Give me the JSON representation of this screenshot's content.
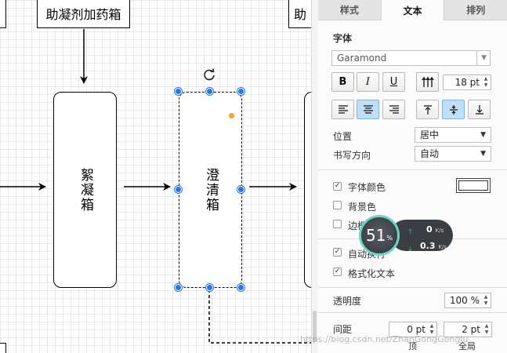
{
  "canvas": {
    "top_box_left": "助凝剂加药箱",
    "top_box_right": "助",
    "box_flocculation": "絮凝箱",
    "box_clarifier": "澄清箱"
  },
  "panel": {
    "tabs": [
      {
        "label": "样式",
        "active": false
      },
      {
        "label": "文本",
        "active": true
      },
      {
        "label": "排列",
        "active": false
      }
    ],
    "font_section": {
      "title": "字体",
      "font_name": "Garamond",
      "bold": "B",
      "italic": "I",
      "underline": "U",
      "font_size": "18 pt",
      "position_label": "位置",
      "position_value": "居中",
      "writing_direction_label": "书写方向",
      "writing_direction_value": "自动"
    },
    "color_section": {
      "font_color": {
        "label": "字体颜色",
        "checked": true,
        "swatch": "#ffffff"
      },
      "background_color": {
        "label": "背景色",
        "checked": false
      },
      "border_color": {
        "label": "边框颜色",
        "checked": false
      },
      "auto_wrap": {
        "label": "自动换行",
        "checked": true
      },
      "formatted_text": {
        "label": "格式化文本",
        "checked": true
      }
    },
    "opacity": {
      "label": "透明度",
      "value": "100 %"
    },
    "spacing": {
      "label": "间距",
      "top_value": "0 pt",
      "top_caption": "顶",
      "global_value": "2 pt",
      "global_caption": "全局"
    }
  },
  "network_monitor": {
    "percent": "51",
    "percent_unit": "%",
    "upload": "0",
    "download": "0.3",
    "unit": "K/s"
  },
  "watermark": "https://blog.csdn.net/ZhanGongGongJu"
}
